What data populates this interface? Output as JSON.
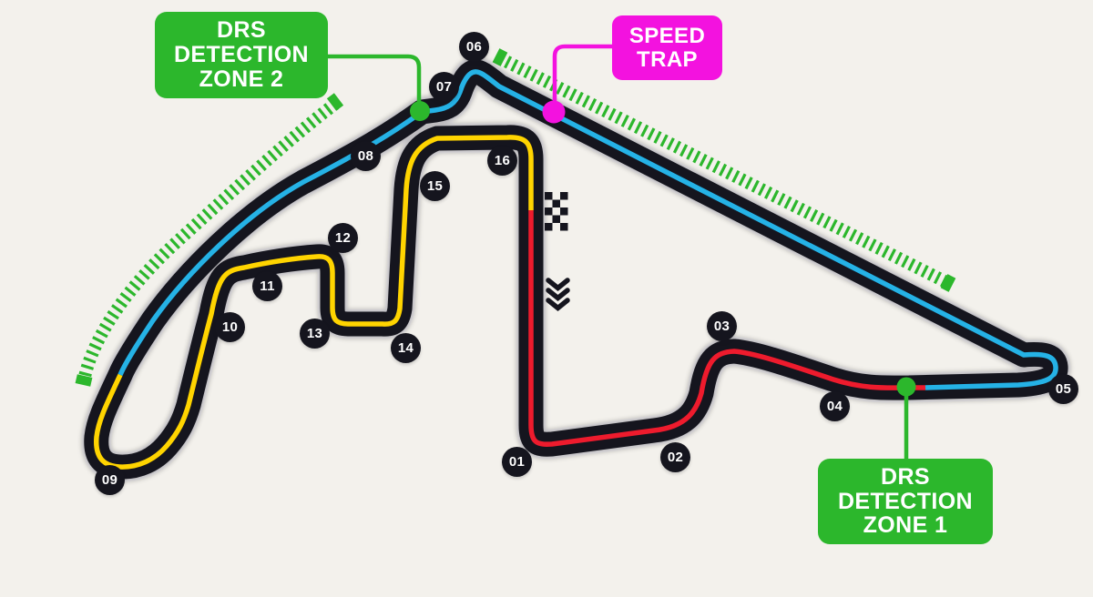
{
  "title": "Circuit track map with 16 numbered turns, DRS detection zones and speed trap",
  "colors": {
    "background": "#f3f1ec",
    "tarmac": "#15151e",
    "track_red": "#ee1b2d",
    "track_blue": "#25b2e6",
    "track_yellow": "#ffd400",
    "drs_green": "#2cb72c",
    "speed_trap_pink": "#f312df",
    "label_text": "#ffffff"
  },
  "labels": {
    "drs_zone_2": {
      "line1": "DRS",
      "line2": "DETECTION",
      "line3": "ZONE 2"
    },
    "speed_trap": {
      "line1": "SPEED",
      "line2": "TRAP"
    },
    "drs_zone_1": {
      "line1": "DRS",
      "line2": "DETECTION",
      "line3": "ZONE 1"
    }
  },
  "turns": [
    {
      "label": "01"
    },
    {
      "label": "02"
    },
    {
      "label": "03"
    },
    {
      "label": "04"
    },
    {
      "label": "05"
    },
    {
      "label": "06"
    },
    {
      "label": "07"
    },
    {
      "label": "08"
    },
    {
      "label": "09"
    },
    {
      "label": "10"
    },
    {
      "label": "11"
    },
    {
      "label": "12"
    },
    {
      "label": "13"
    },
    {
      "label": "14"
    },
    {
      "label": "15"
    },
    {
      "label": "16"
    }
  ]
}
